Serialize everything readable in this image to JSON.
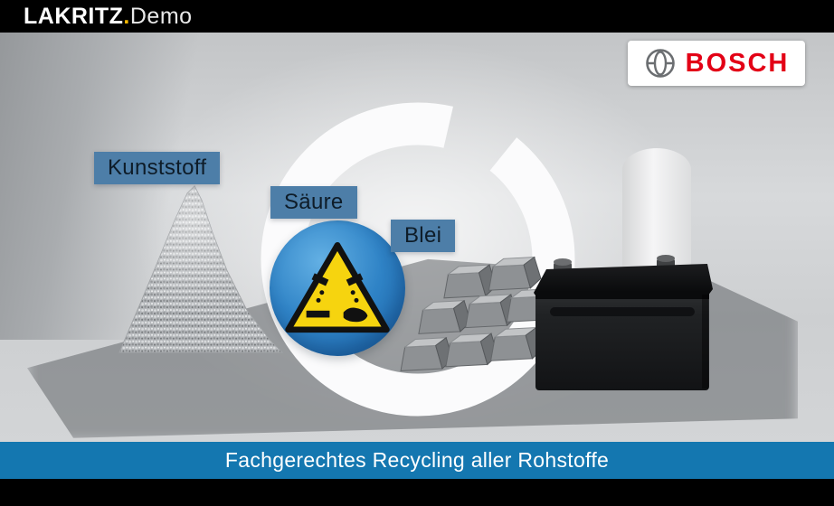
{
  "topbar": {
    "brand": "LAKRITZ",
    "dot": ".",
    "suffix": "Demo"
  },
  "bosch_badge": {
    "wordmark": "BOSCH"
  },
  "materials": {
    "kunststoff": "Kunststoff",
    "saeure": "Säure",
    "blei": "Blei"
  },
  "caption": {
    "text": "Fachgerechtes Recycling aller Rohstoffe"
  },
  "icons": {
    "bosch": "bosch-armature-icon",
    "hazard": "corrosive-warning-icon",
    "loop": "recycling-loop-icon",
    "plastic": "plastic-granulate-pile-image",
    "lead": "lead-ingots-image",
    "battery": "car-battery-image"
  },
  "colors": {
    "label_bg": "#4d7ea8",
    "caption_bg": "#1477b0",
    "bosch_red": "#e30016",
    "hazard_yellow": "#f6d40f",
    "hazard_blue": "#2f83c6",
    "accent_dot": "#f5b800"
  }
}
